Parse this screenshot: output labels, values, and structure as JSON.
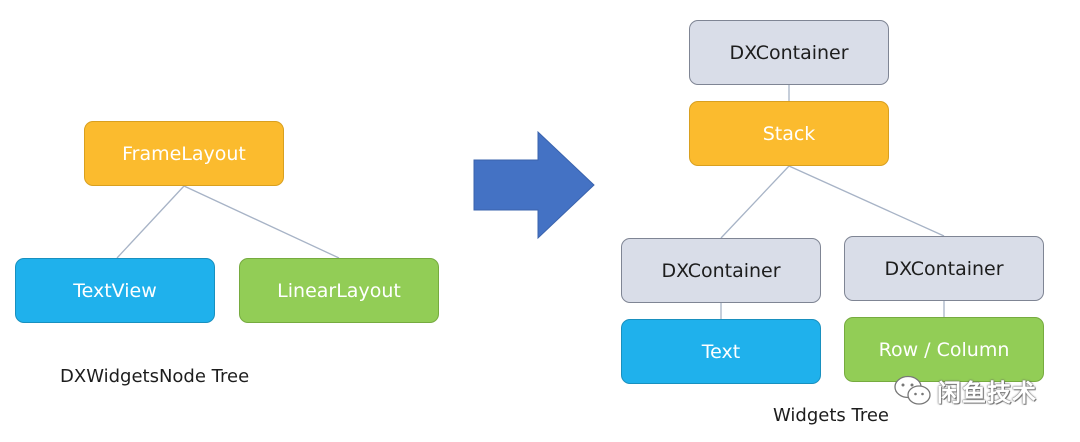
{
  "left_tree": {
    "root": {
      "label": "FrameLayout",
      "color": "#fbbb2e"
    },
    "children": [
      {
        "label": "TextView",
        "color": "#1fb1ec"
      },
      {
        "label": "LinearLayout",
        "color": "#92cd56"
      }
    ],
    "caption": "DXWidgetsNode Tree"
  },
  "arrow": {
    "color": "#4472c4"
  },
  "right_tree": {
    "top": {
      "label": "DXContainer",
      "color": "#d9dde8"
    },
    "stack": {
      "label": "Stack",
      "color": "#fbbb2e"
    },
    "containers": [
      {
        "label": "DXContainer",
        "color": "#d9dde8"
      },
      {
        "label": "DXContainer",
        "color": "#d9dde8"
      }
    ],
    "leaves": [
      {
        "label": "Text",
        "color": "#1fb1ec"
      },
      {
        "label": "Row / Column",
        "color": "#92cd56"
      }
    ],
    "caption": "Widgets Tree"
  },
  "watermark": {
    "text": "闲鱼技术",
    "icon": "wechat-icon"
  }
}
